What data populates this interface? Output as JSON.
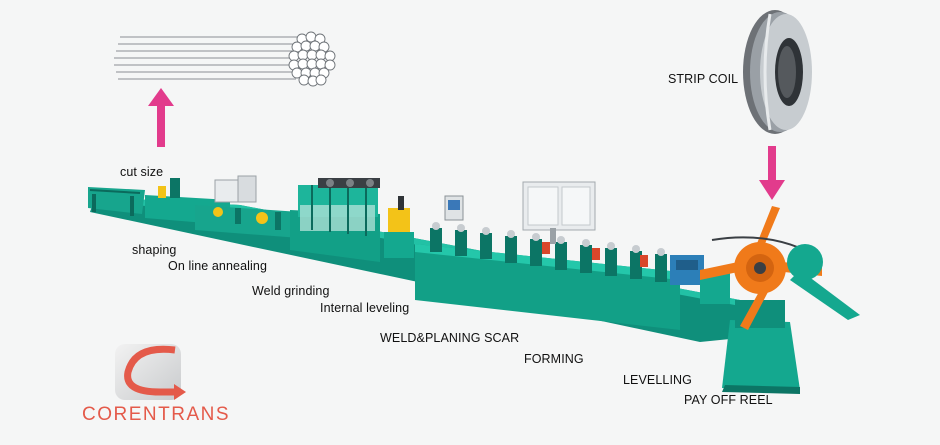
{
  "labels": {
    "strip_coil": "STRIP COIL",
    "cut_size": "cut size",
    "shaping": "shaping",
    "annealing": "On line annealing",
    "weld_grinding": "Weld grinding",
    "internal_leveling": "Internal leveling",
    "weld_planing": "WELD&PLANING SCAR",
    "forming": "FORMING",
    "levelling": "LEVELLING",
    "pay_off_reel": "PAY OFF REEL"
  },
  "brand": {
    "name": "CORENTRANS"
  },
  "colors": {
    "machine_teal": "#14a88f",
    "machine_dark": "#0c7565",
    "arrow_magenta": "#e23b8c",
    "reel_orange": "#f07a1a",
    "brand_red": "#e45a4a"
  }
}
